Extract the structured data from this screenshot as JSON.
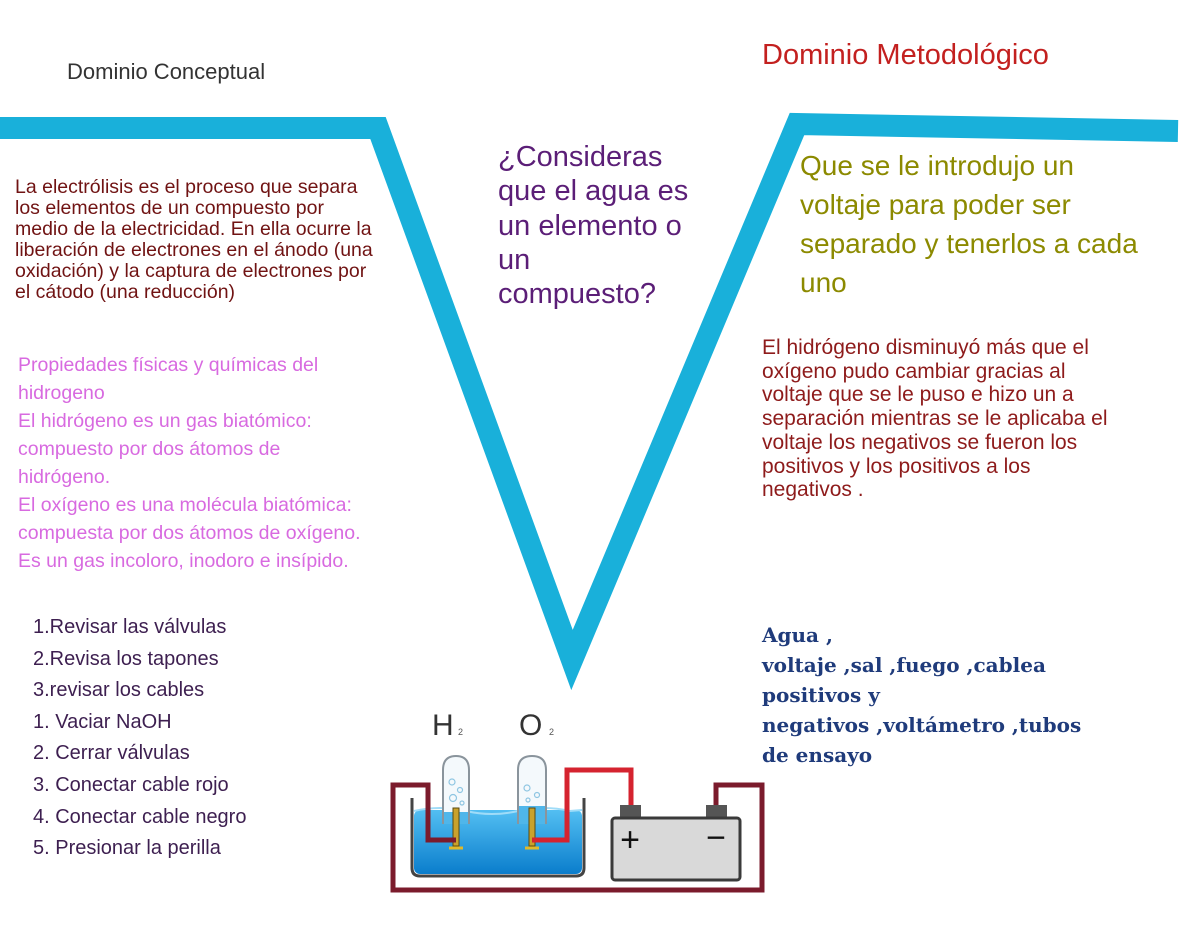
{
  "conceptual": {
    "heading": "Dominio Conceptual",
    "theory_lines": [
      "La electrólisis es el proceso que separa",
      "los elementos de un compuesto por",
      "medio de la electricidad. En ella ocurre la",
      "liberación de electrones en el ánodo (una",
      "oxidación) y la captura de electrones por",
      "el cátodo (una reducción)"
    ],
    "concepts_lines": [
      "Propiedades físicas y químicas del",
      "hidrogeno",
      "El hidrógeno es un gas biatómico:",
      "compuesto por dos átomos de",
      "hidrógeno.",
      "El oxígeno es una molécula biatómica:",
      "compuesta por dos átomos de oxígeno.",
      "Es un gas incoloro, inodoro e insípido."
    ],
    "steps_lines": [
      "1.Revisar las válvulas",
      "2.Revisa los tapones",
      "3.revisar los cables",
      "1. Vaciar NaOH",
      "2. Cerrar válvulas",
      "3. Conectar cable rojo",
      "4. Conectar cable negro",
      "5. Presionar la perilla"
    ]
  },
  "focus_question": {
    "lines": [
      "¿Consideras",
      "que el agua es",
      "un elemento o",
      "un",
      "compuesto?"
    ]
  },
  "methodological": {
    "heading": "Dominio Metodológico",
    "answer_lines": [
      "Que se le introdujo un",
      "voltaje para poder ser",
      "separado y tenerlos a cada",
      "uno"
    ],
    "results_lines": [
      "El hidrógeno disminuyó más que el",
      "oxígeno pudo cambiar gracias al",
      "voltaje que se le puso e hizo un a",
      "separación mientras se le aplicaba el",
      "voltaje los negativos se fueron los",
      "positivos y los positivos a los",
      "negativos ."
    ],
    "materials_lines": [
      "Agua ,",
      "voltaje ,sal ,fuego ,cablea",
      "positivos y",
      "negativos ,voltámetro ,tubos",
      "de ensayo"
    ]
  },
  "illustration": {
    "hydrogen_symbol": "H",
    "hydrogen_subscript": "2",
    "oxygen_symbol": "O",
    "oxygen_subscript": "2",
    "battery_plus": "+",
    "battery_minus": "−"
  },
  "colors": {
    "v_frame": "#19b0da",
    "conceptual_heading": "#333333",
    "methodological_heading": "#c3201f",
    "theory_text": "#701313",
    "concepts_text": "#d86ae0",
    "steps_text": "#3d1f50",
    "question_text": "#5b1e77",
    "answer_text": "#8c8a00",
    "results_text": "#8e1b1b",
    "materials_text": "#1f3b7b",
    "red_cable": "#d5232f",
    "black_cable": "#7b1b2c"
  }
}
